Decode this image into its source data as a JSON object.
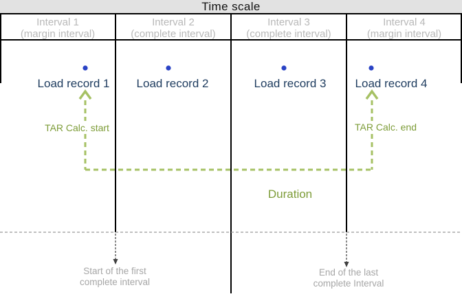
{
  "title": "Time scale",
  "intervals": [
    {
      "name": "Interval 1",
      "type": "(margin interval)"
    },
    {
      "name": "Interval 2",
      "type": "(complete interval)"
    },
    {
      "name": "Interval 3",
      "type": "(complete interval)"
    },
    {
      "name": "Interval 4",
      "type": "(margin interval)"
    }
  ],
  "records": [
    {
      "label": "Load record 1"
    },
    {
      "label": "Load record 2"
    },
    {
      "label": "Load record 3"
    },
    {
      "label": "Load record 4"
    }
  ],
  "annotations": {
    "tar_start": "TAR Calc. start",
    "tar_end": "TAR Calc. end",
    "duration": "Duration",
    "start_note_line1": "Start of the first",
    "start_note_line2": "complete interval",
    "end_note_line1": "End of the last",
    "end_note_line2": "complete Interval"
  },
  "icons": {
    "tar_start_arrow": "up-chevron-arrow",
    "tar_end_arrow": "up-chevron-arrow",
    "start_note_arrow": "down-arrow",
    "end_note_arrow": "down-arrow",
    "record_markers": "blue-dot"
  },
  "colors": {
    "titlebar_bg": "#e2e2e2",
    "gray_text": "#b8b8b8",
    "note_text": "#a6a6a6",
    "record_text": "#1d3b5e",
    "green_line": "#a6c164",
    "green_text": "#7d9c38",
    "blue_dot": "#2a43c5"
  }
}
